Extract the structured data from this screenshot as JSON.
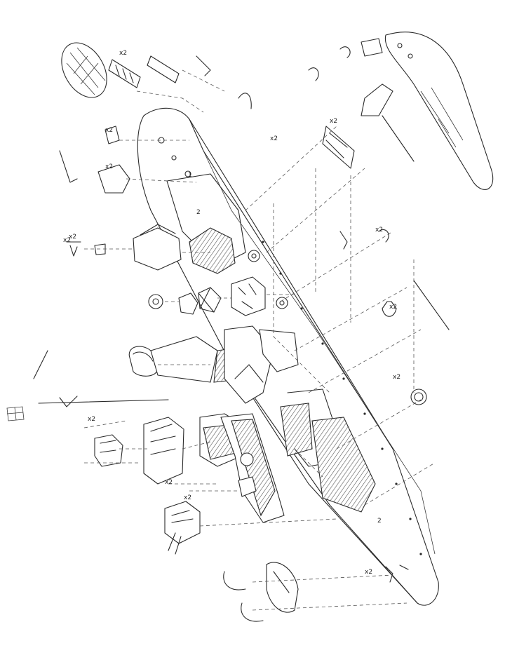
{
  "diagram": {
    "type": "exploded-assembly-view",
    "subject": "ship model kit parts",
    "part_labels": [
      "1",
      "2",
      "x2",
      "x2",
      "x2",
      "x2",
      "x2",
      "x2",
      "x2",
      "x2",
      "x2",
      "x2",
      "x2",
      "x2",
      "x2",
      "x2",
      "2"
    ]
  },
  "colors": {
    "ink": "#2a2a2a",
    "paper": "#ffffff",
    "hatch": "#555555"
  }
}
